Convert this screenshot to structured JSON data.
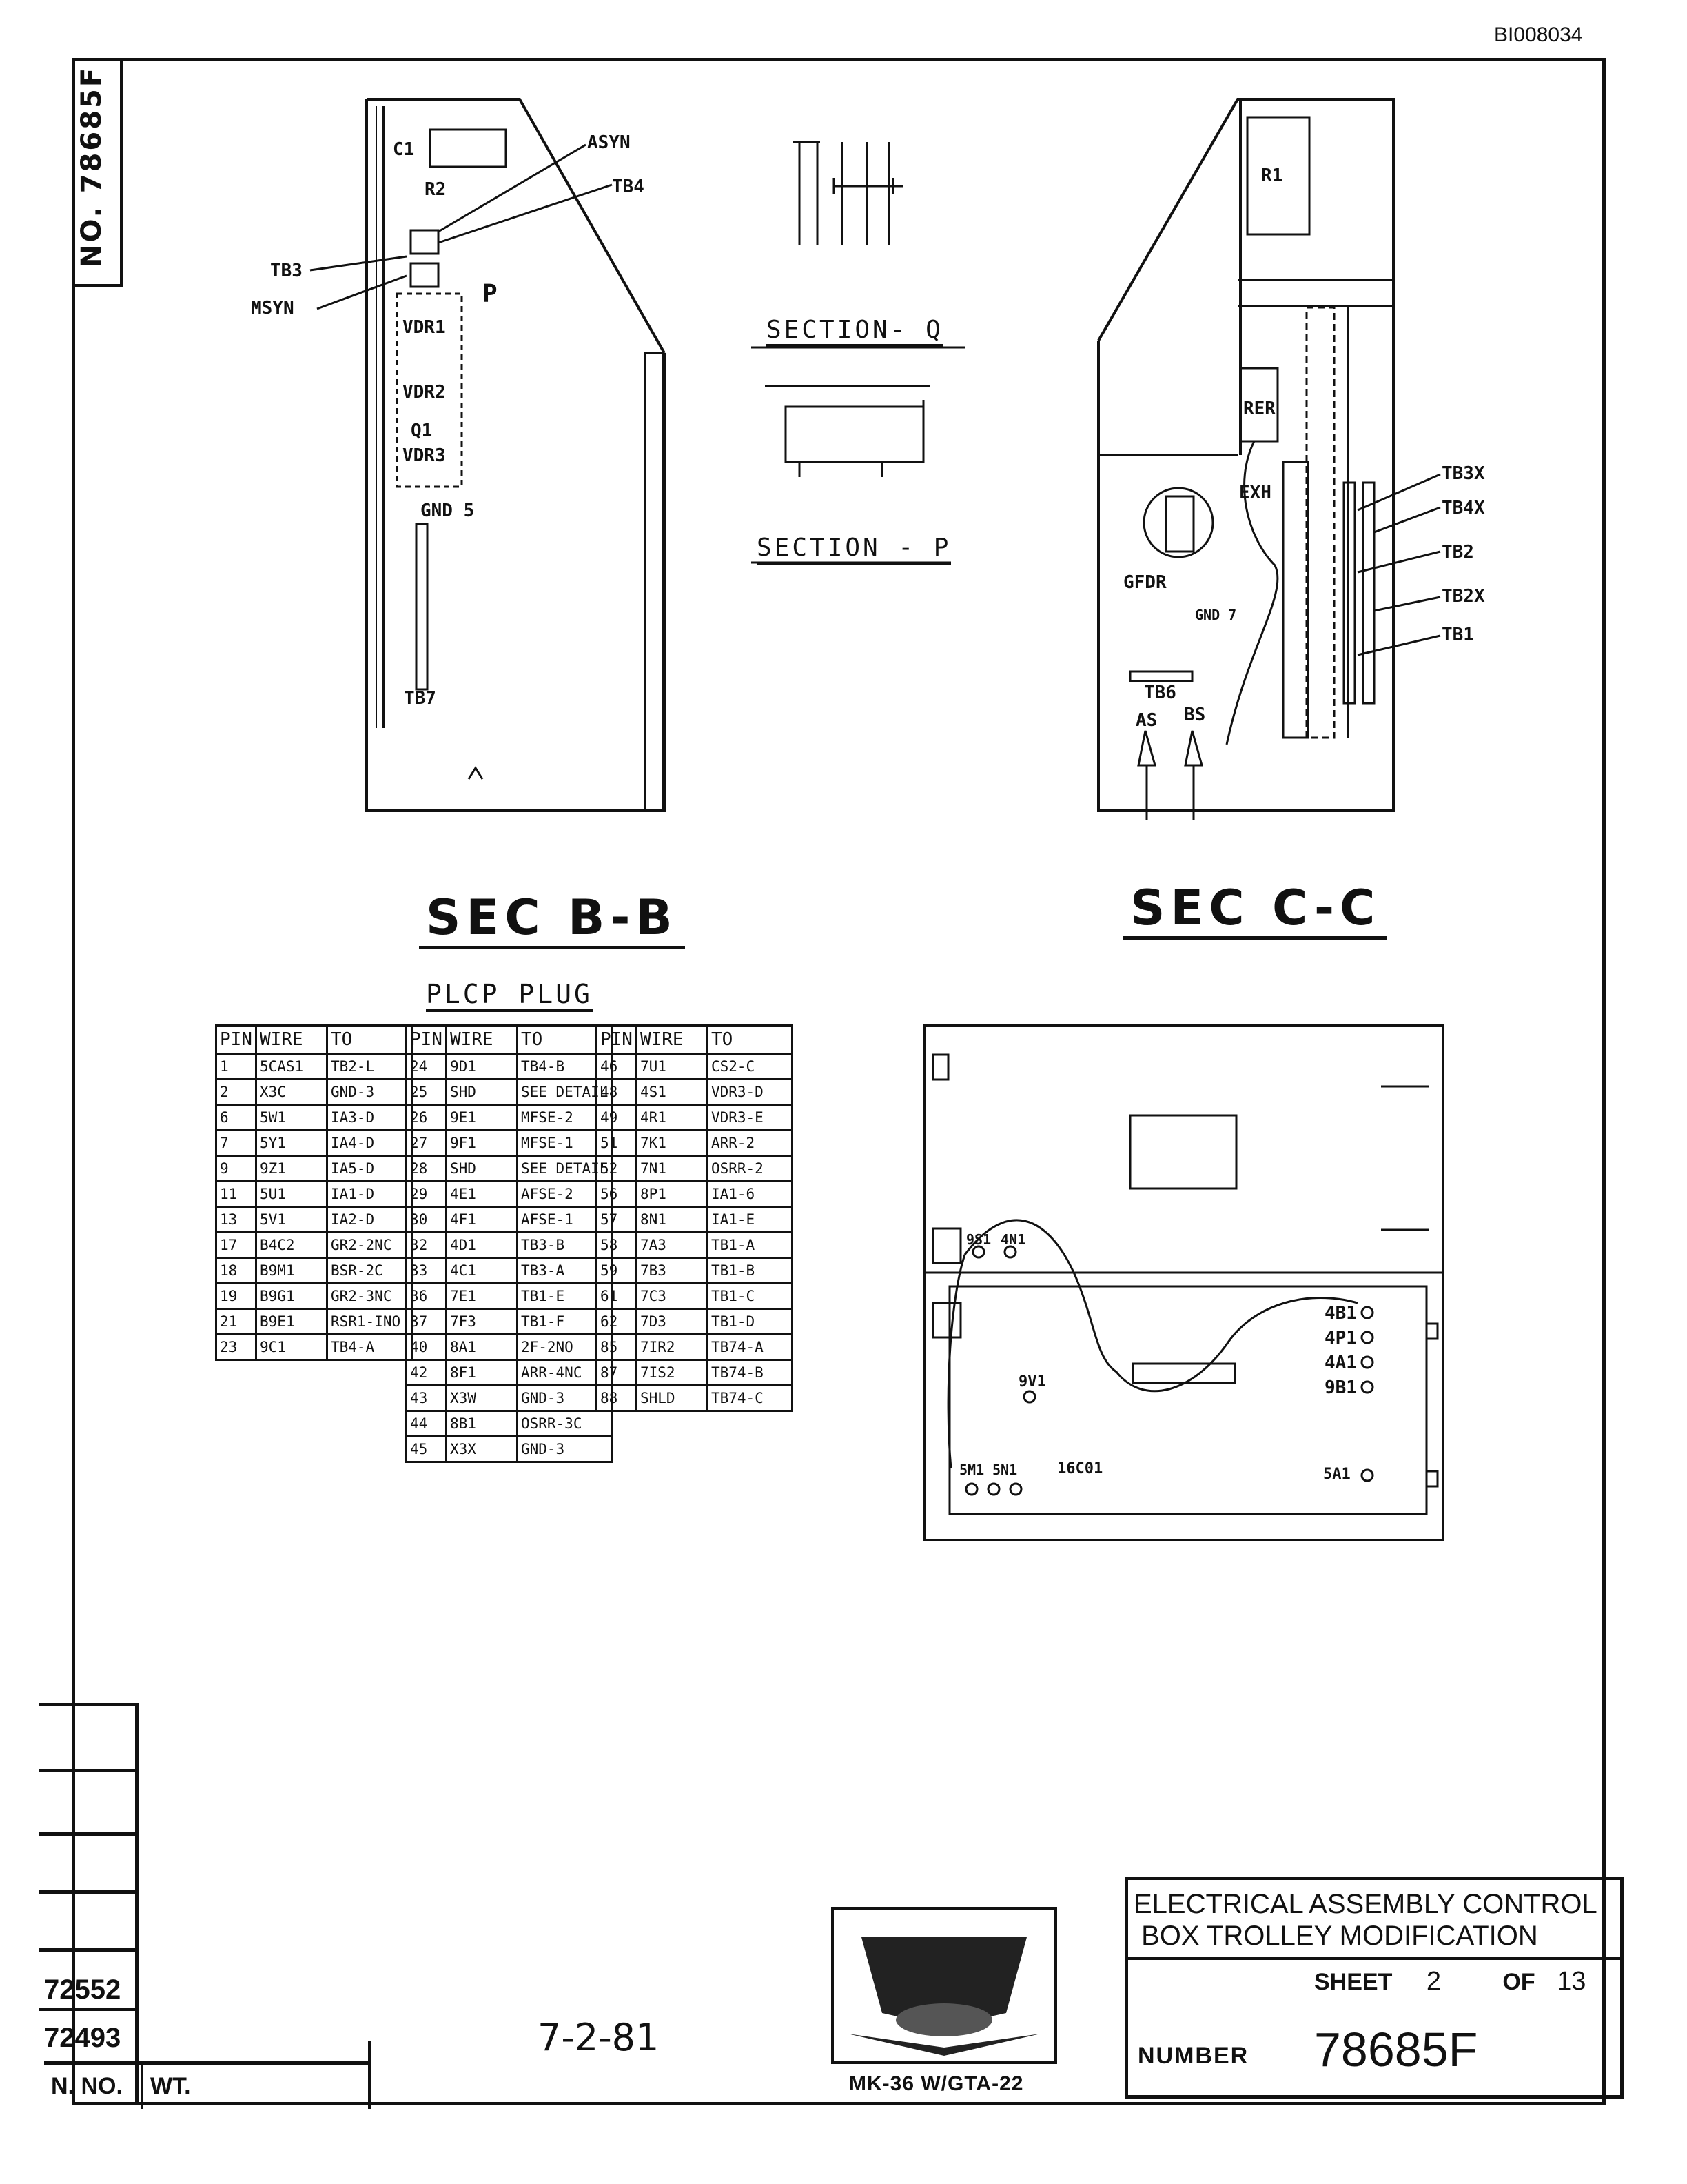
{
  "doc_id": "BI008034",
  "drawing_no_side": "NO. 78685F",
  "sec_bb": {
    "title": "SEC B-B",
    "labels": [
      "C1",
      "R2",
      "ASYN",
      "TB4",
      "TB3",
      "MSYN",
      "P",
      "VDR1",
      "VDR2",
      "Q1",
      "VDR3",
      "GND 5",
      "TB7"
    ]
  },
  "sec_cc": {
    "title": "SEC C-C",
    "labels": [
      "R1",
      "RER",
      "EXH",
      "GFDR",
      "GND 7",
      "TB6",
      "AS",
      "BS",
      "TB3X",
      "TB4X",
      "TB2",
      "TB2X",
      "TB1"
    ]
  },
  "section_q": "SECTION- Q",
  "section_p": "SECTION - P",
  "plug": {
    "title": "PLCP PLUG",
    "headers": [
      "PIN",
      "WIRE",
      "TO"
    ],
    "col1": [
      [
        "1",
        "5CAS1",
        "TB2-L"
      ],
      [
        "2",
        "X3C",
        "GND-3"
      ],
      [
        "6",
        "5W1",
        "IA3-D"
      ],
      [
        "7",
        "5Y1",
        "IA4-D"
      ],
      [
        "9",
        "9Z1",
        "IA5-D"
      ],
      [
        "11",
        "5U1",
        "IA1-D"
      ],
      [
        "13",
        "5V1",
        "IA2-D"
      ],
      [
        "17",
        "B4C2",
        "GR2-2NC"
      ],
      [
        "18",
        "B9M1",
        "BSR-2C"
      ],
      [
        "19",
        "B9G1",
        "GR2-3NC"
      ],
      [
        "21",
        "B9E1",
        "RSR1-INO"
      ],
      [
        "23",
        "9C1",
        "TB4-A"
      ]
    ],
    "col2": [
      [
        "24",
        "9D1",
        "TB4-B"
      ],
      [
        "25",
        "SHD",
        "SEE DETAIL"
      ],
      [
        "26",
        "9E1",
        "MFSE-2"
      ],
      [
        "27",
        "9F1",
        "MFSE-1"
      ],
      [
        "28",
        "SHD",
        "SEE DETAIL"
      ],
      [
        "29",
        "4E1",
        "AFSE-2"
      ],
      [
        "30",
        "4F1",
        "AFSE-1"
      ],
      [
        "32",
        "4D1",
        "TB3-B"
      ],
      [
        "33",
        "4C1",
        "TB3-A"
      ],
      [
        "36",
        "7E1",
        "TB1-E"
      ],
      [
        "37",
        "7F3",
        "TB1-F"
      ],
      [
        "40",
        "8A1",
        "2F-2NO"
      ],
      [
        "42",
        "8F1",
        "ARR-4NC"
      ],
      [
        "43",
        "X3W",
        "GND-3"
      ],
      [
        "44",
        "8B1",
        "OSRR-3C"
      ],
      [
        "45",
        "X3X",
        "GND-3"
      ]
    ],
    "col3": [
      [
        "46",
        "7U1",
        "CS2-C"
      ],
      [
        "48",
        "4S1",
        "VDR3-D"
      ],
      [
        "49",
        "4R1",
        "VDR3-E"
      ],
      [
        "51",
        "7K1",
        "ARR-2"
      ],
      [
        "52",
        "7N1",
        "OSRR-2"
      ],
      [
        "56",
        "8P1",
        "IA1-6"
      ],
      [
        "57",
        "8N1",
        "IA1-E"
      ],
      [
        "58",
        "7A3",
        "TB1-A"
      ],
      [
        "59",
        "7B3",
        "TB1-B"
      ],
      [
        "61",
        "7C3",
        "TB1-C"
      ],
      [
        "62",
        "7D3",
        "TB1-D"
      ],
      [
        "85",
        "7IR2",
        "TB74-A"
      ],
      [
        "87",
        "7IS2",
        "TB74-B"
      ],
      [
        "88",
        "SHLD",
        "TB74-C"
      ]
    ]
  },
  "door": {
    "labels": [
      "9S1",
      "4N1",
      "4B1",
      "4P1",
      "4A1",
      "9B1",
      "9V1",
      "5M1",
      "5N1",
      "16C01",
      "5A1"
    ]
  },
  "title_block": {
    "title": "ELECTRICAL ASSEMBLY CONTROL\n BOX TROLLEY MODIFICATION",
    "sheet_label": "SHEET",
    "sheet_no": "2",
    "of_label": "OF",
    "sheet_total": "13",
    "number_label": "NUMBER",
    "number": "78685F"
  },
  "left_strip": {
    "num1": "72552",
    "num2": "72493",
    "nno": "N. NO.",
    "wt": "WT."
  },
  "logo_caption": "MK-36 W/GTA-22",
  "date_handwritten": "7-2-81"
}
